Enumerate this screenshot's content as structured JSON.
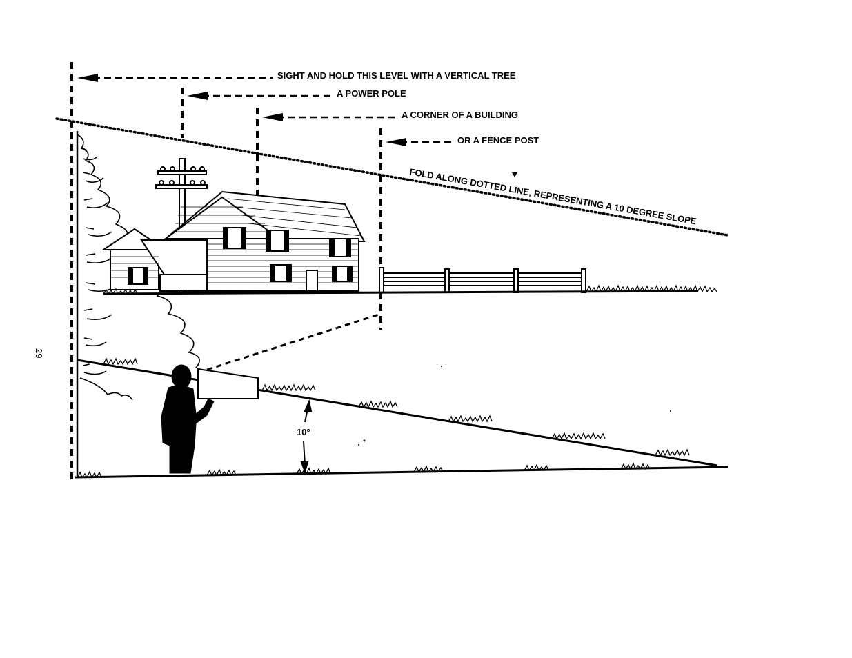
{
  "labels": {
    "tree": "SIGHT AND HOLD THIS LEVEL WITH A VERTICAL TREE",
    "pole": "A POWER POLE",
    "building": "A CORNER OF A BUILDING",
    "fence": "OR A FENCE POST",
    "fold": "FOLD ALONG DOTTED LINE, REPRESENTING A 10 DEGREE SLOPE",
    "angle": "10°",
    "page_number": "29"
  },
  "icons": [
    "vertical-tree",
    "power-pole",
    "house",
    "fence",
    "person-silhouette",
    "sighting-card",
    "grass-ground"
  ]
}
